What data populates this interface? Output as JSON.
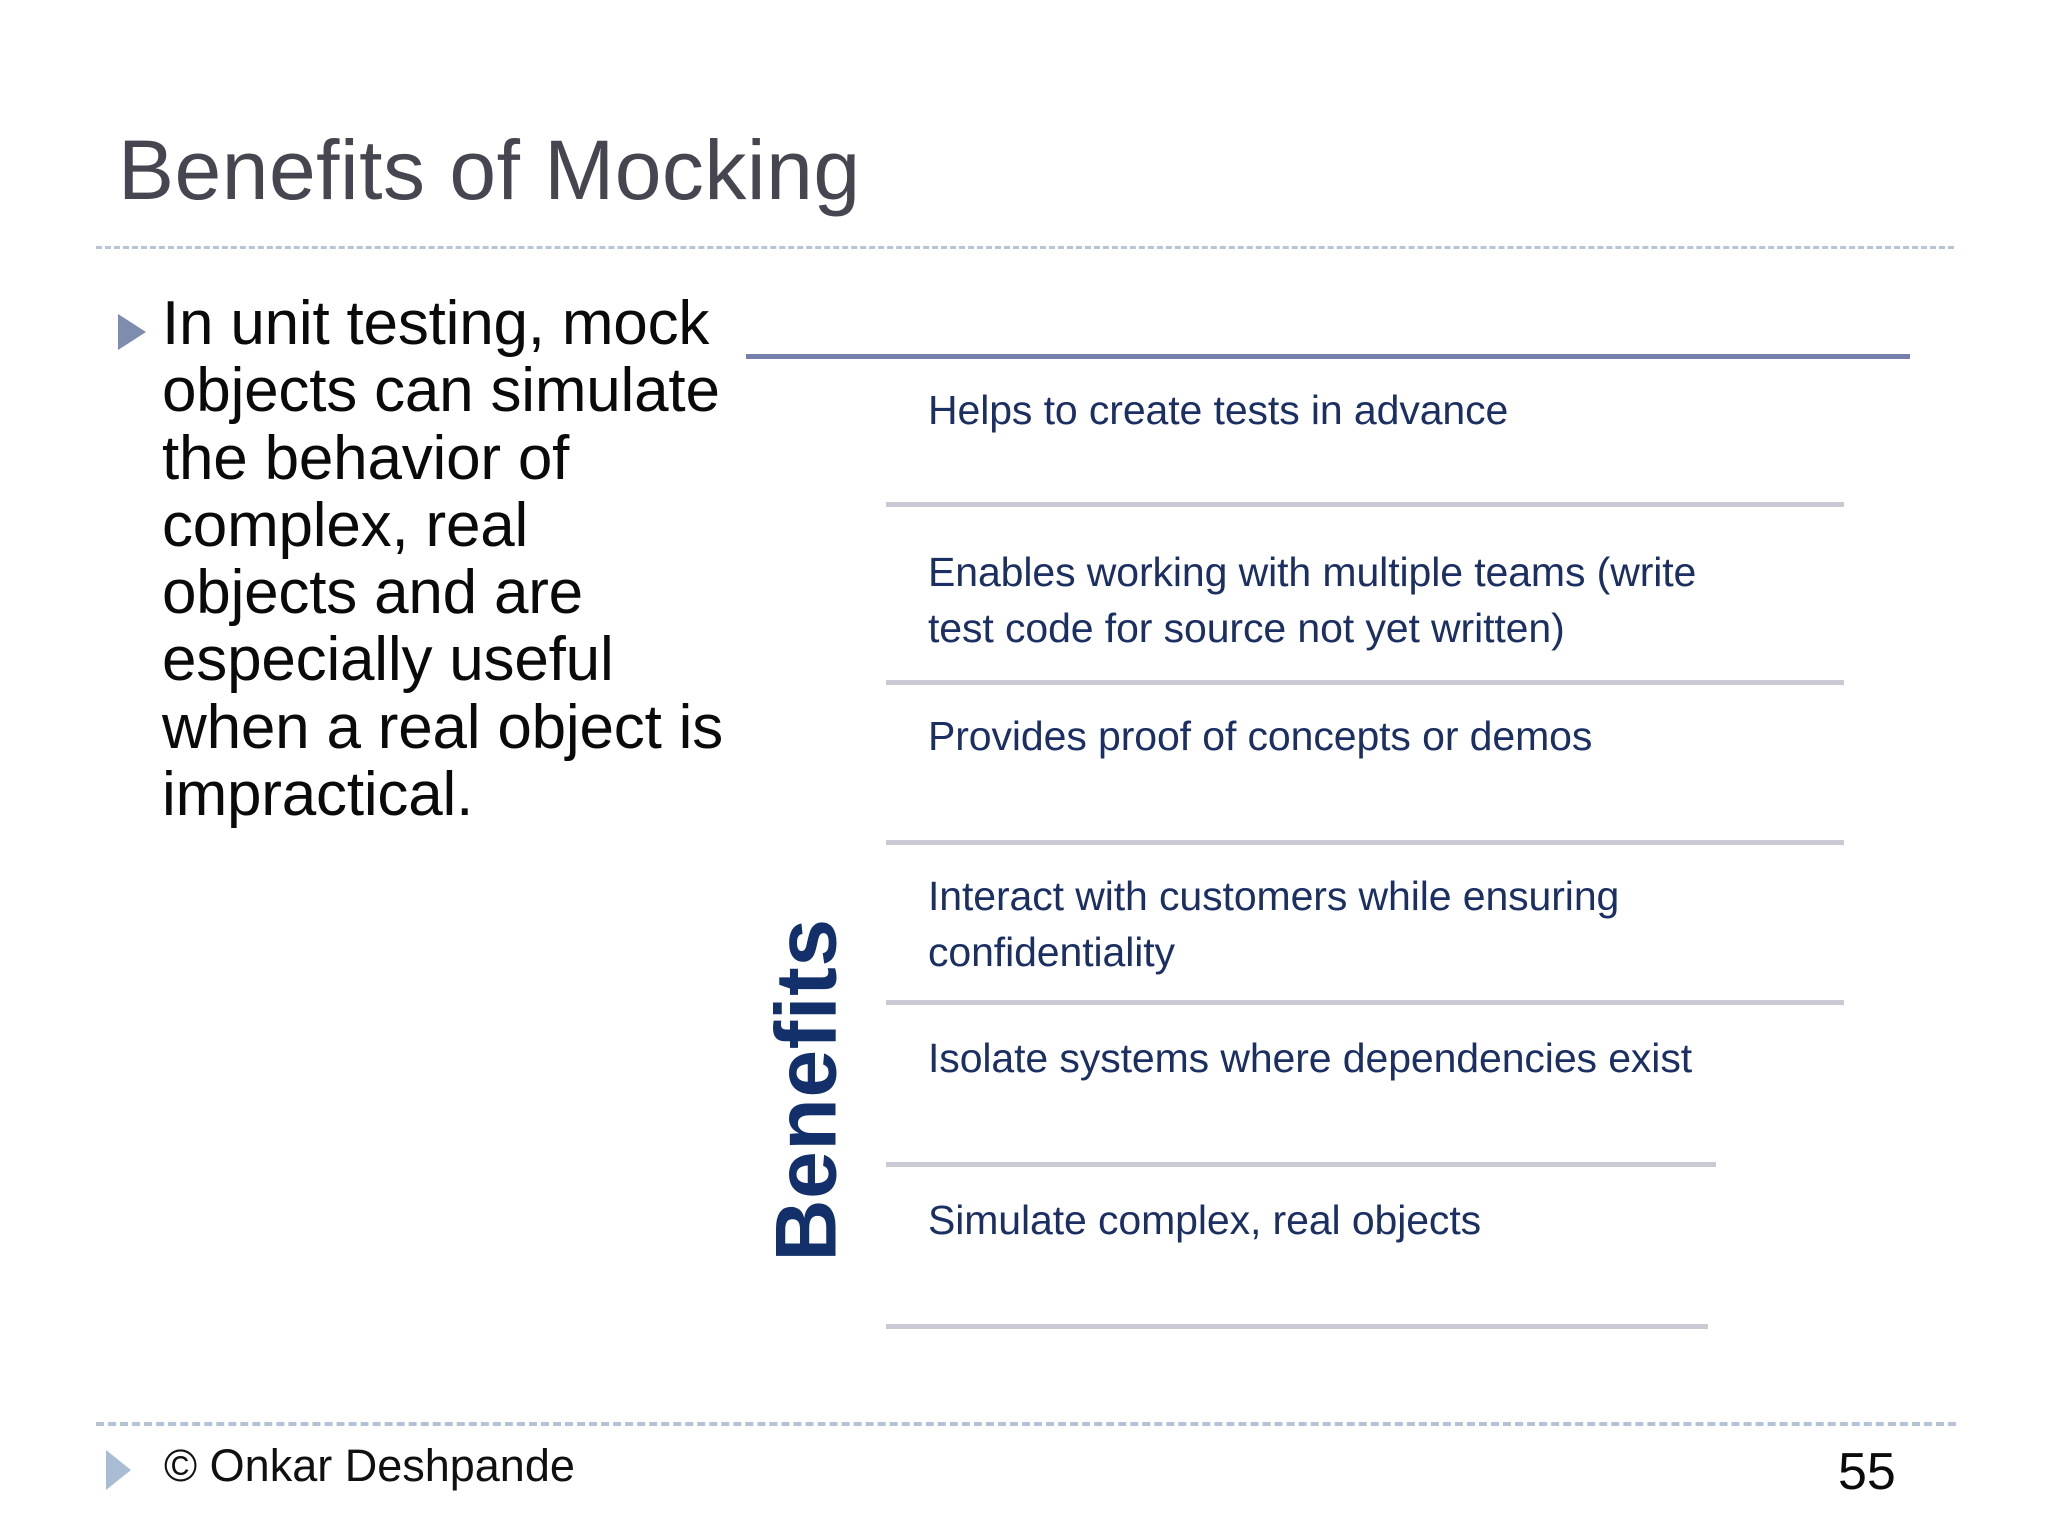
{
  "slide": {
    "title": "Benefits of Mocking",
    "body_paragraph": "In unit testing, mock objects can simulate the behavior of complex, real objects and are especially useful when a real object is impractical.",
    "vertical_label": "Benefits",
    "bullet_icon": "triangle-bullet-icon",
    "footer": {
      "bullet_icon": "triangle-bullet-icon",
      "credit": "© Onkar Deshpande",
      "page_number": "55"
    }
  },
  "colors": {
    "title_gray": "#45464f",
    "body_black": "#0a0a0a",
    "navy": "#1b2f63",
    "label_navy": "#13306b",
    "accent_slate": "#7581ac",
    "rule_gray": "#c9cad3",
    "dashed_blue": "#b9c4d6",
    "bullet_slate": "#7e8cb0",
    "footer_bullet_blue": "#a8bcd4"
  },
  "chart_data": {
    "type": "table",
    "title": "Benefits",
    "categories": [
      "Helps to create tests in advance",
      "Enables working with multiple teams (write test code for source not yet written)",
      "Provides proof of concepts or demos",
      "Interact with customers while ensuring confidentiality",
      "Isolate systems where dependencies exist",
      "Simulate complex, real objects"
    ],
    "items": [
      {
        "text_line_1": "Helps to create tests in advance",
        "text_line_2": ""
      },
      {
        "text_line_1": "Enables working with multiple teams (write",
        "text_line_2": "test code for source not yet written)"
      },
      {
        "text_line_1": "Provides proof of concepts or demos",
        "text_line_2": ""
      },
      {
        "text_line_1": "Interact with customers while ensuring",
        "text_line_2": "confidentiality"
      },
      {
        "text_line_1": "Isolate systems where dependencies exist",
        "text_line_2": ""
      },
      {
        "text_line_1": "Simulate complex, real objects",
        "text_line_2": ""
      }
    ],
    "xlabel": "",
    "ylabel": "Benefits",
    "grid": true,
    "legend": "none"
  }
}
